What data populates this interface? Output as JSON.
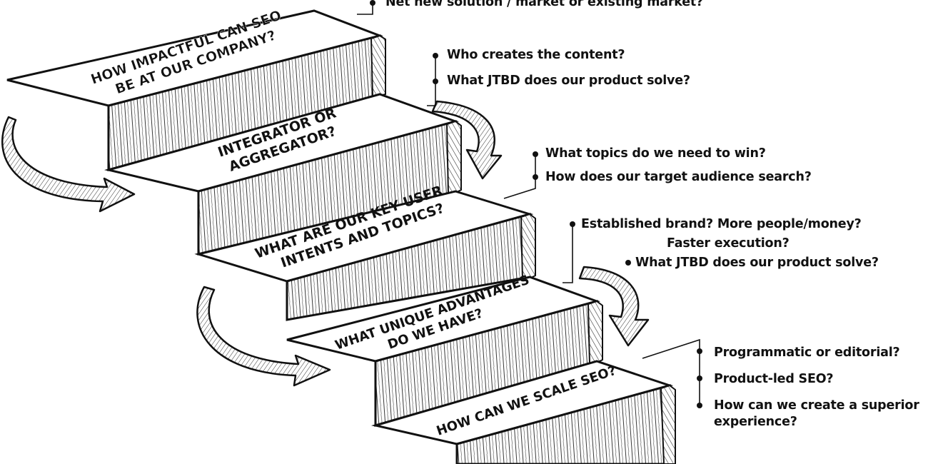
{
  "steps": [
    {
      "line1": "HOW IMPACTFUL CAN SEO",
      "line2": "BE AT OUR COMPANY?"
    },
    {
      "line1": "INTEGRATOR OR",
      "line2": "AGGREGATOR?"
    },
    {
      "line1": "WHAT ARE OUR KEY USER",
      "line2": "INTENTS AND TOPICS?"
    },
    {
      "line1": "WHAT UNIQUE ADVANTAGES",
      "line2": "DO WE HAVE?"
    },
    {
      "line1": "HOW CAN WE SCALE SEO?",
      "line2": ""
    }
  ],
  "callouts": {
    "top": {
      "q1": "Net new solution / market or existing market?"
    },
    "integrator": {
      "q1": "Who creates the content?",
      "q2": "What JTBD does our product solve?"
    },
    "intents": {
      "q1": "What topics do we need to win?",
      "q2": "How does our target audience search?"
    },
    "advantages": {
      "q1": "Established brand? More people/money?",
      "q1b": "Faster execution?",
      "q2": "What JTBD does our product solve?"
    },
    "scale": {
      "q1": "Programmatic or editorial?",
      "q2": "Product-led SEO?",
      "q3": "How can we create a superior",
      "q3b": "experience?"
    }
  }
}
